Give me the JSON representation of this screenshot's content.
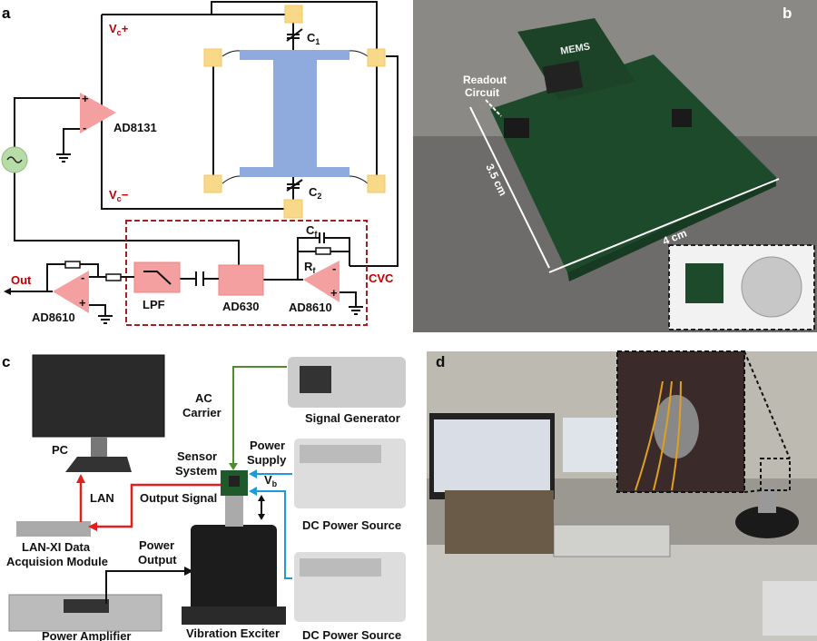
{
  "panels": {
    "a": {
      "letter": "a",
      "vc_plus": {
        "v": "V",
        "sub": "c",
        "sign": "+"
      },
      "vc_minus": {
        "v": "V",
        "sub": "c",
        "sign": "−"
      },
      "c1": {
        "c": "C",
        "sub": "1"
      },
      "c2": {
        "c": "C",
        "sub": "2"
      },
      "cf": {
        "c": "C",
        "sub": "f"
      },
      "rf": {
        "c": "R",
        "sub": "f"
      },
      "amp_driver": "AD8131",
      "amp_cvc": "AD8610",
      "amp_out": "AD8610",
      "demod": "AD630",
      "filter": "LPF",
      "cvc": "CVC",
      "out": "Out",
      "plus": "+",
      "minus": "-",
      "colors": {
        "label_red": "#c00000",
        "beam": "#8faadc",
        "pad": "#f8d98a",
        "block": "#f4a0a0",
        "source": "#b8dca8"
      }
    },
    "b": {
      "letter": "b",
      "readout": [
        "Readout",
        "Circuit"
      ],
      "mems": "MEMS",
      "height_dim": "3.5 cm",
      "width_dim": "4 cm"
    },
    "c": {
      "letter": "c",
      "pc": "PC",
      "lan": "LAN",
      "daq": [
        "LAN-XI Data",
        "Acquision Module"
      ],
      "power_amp": "Power Amplifier",
      "power_output": [
        "Power",
        "Output"
      ],
      "exciter": "Vibration Exciter",
      "ac_carrier": [
        "AC",
        "Carrier"
      ],
      "signal_gen": "Signal Generator",
      "sensor": [
        "Sensor",
        "System"
      ],
      "power_supply": [
        "Power",
        "Supply"
      ],
      "vb": {
        "v": "V",
        "sub": "b"
      },
      "output_signal": "Output Signal",
      "dc1": "DC Power Source",
      "dc2": "DC Power Source",
      "colors": {
        "carrier": "#4e8a2e",
        "output": "#e02020",
        "supply": "#1e9ad6"
      }
    },
    "d": {
      "letter": "d"
    }
  }
}
